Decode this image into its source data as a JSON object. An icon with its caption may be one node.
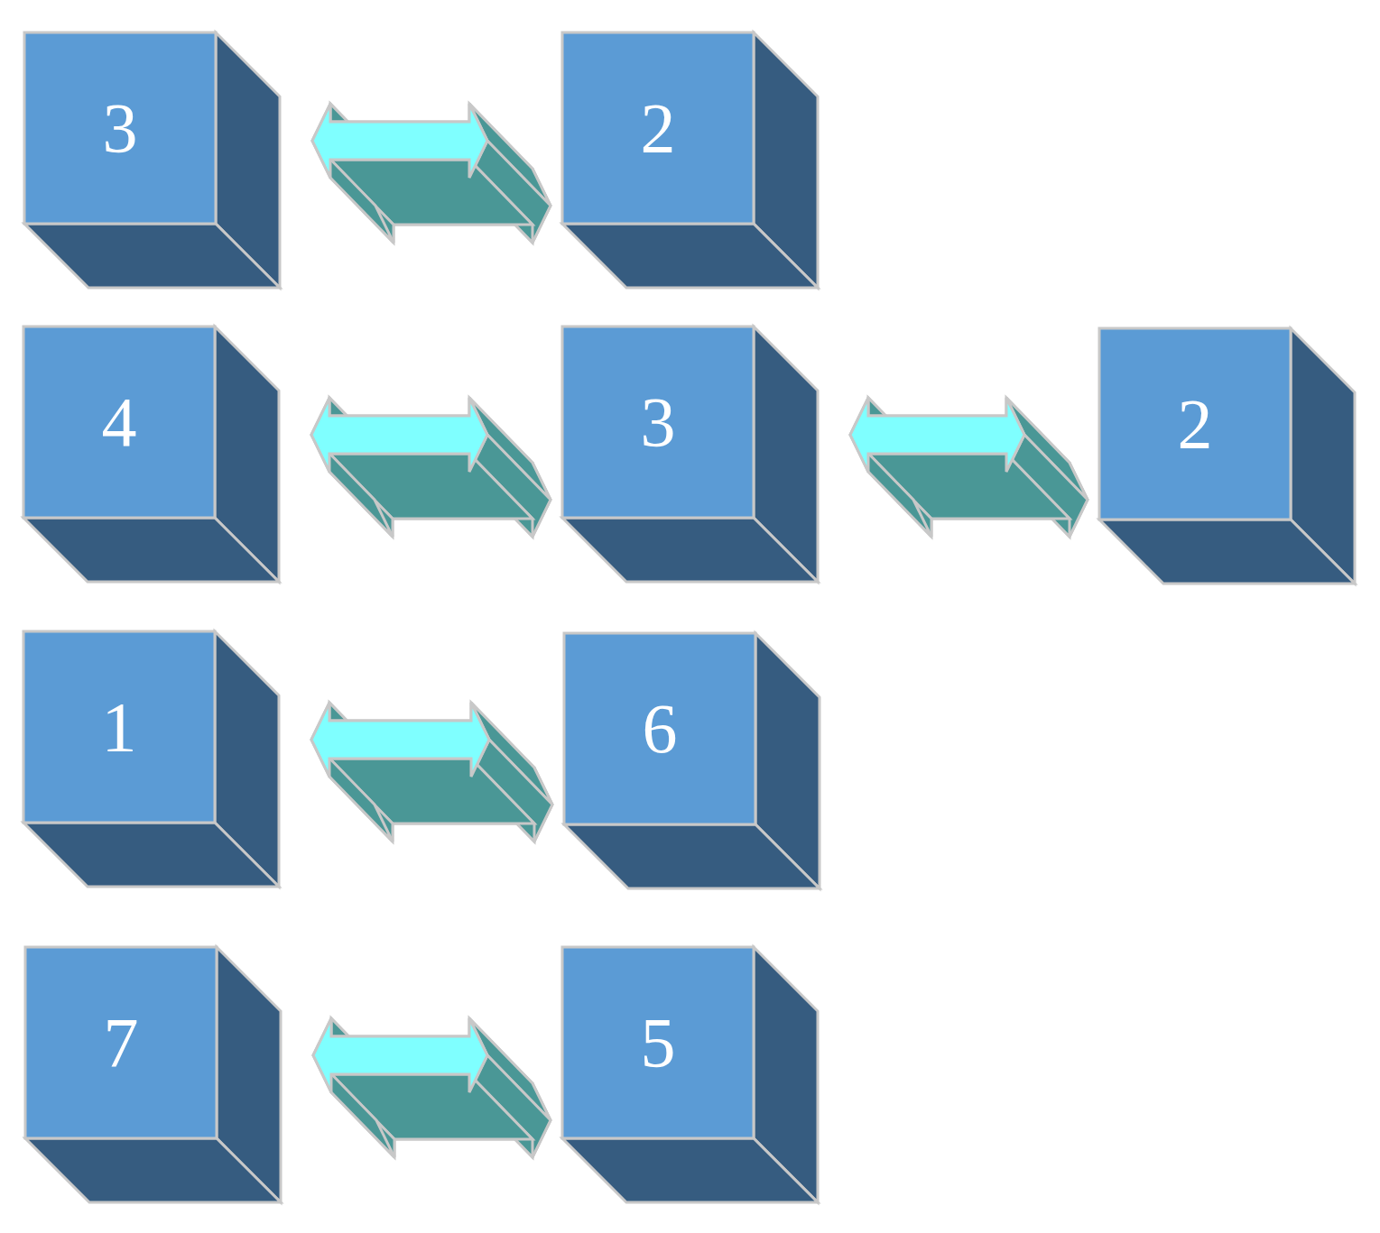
{
  "diagram": {
    "nodes": [
      {
        "text": [
          "3"
        ]
      },
      {
        "text": [
          "2"
        ]
      },
      {
        "text": [
          "4"
        ]
      },
      {
        "text": [
          "3"
        ]
      },
      {
        "text": [
          "2"
        ]
      },
      {
        "text": [
          "1"
        ]
      },
      {
        "text": [
          "6"
        ]
      },
      {
        "text": [
          "7"
        ]
      },
      {
        "text": [
          "5"
        ]
      }
    ],
    "edges": [
      {
        "from": 0,
        "to": 1,
        "arrow": "both"
      },
      {
        "from": 2,
        "to": 3,
        "arrow": "both"
      },
      {
        "from": 3,
        "to": 4,
        "arrow": "both"
      },
      {
        "from": 5,
        "to": 6,
        "arrow": "both"
      },
      {
        "from": 7,
        "to": 8,
        "arrow": "both"
      }
    ]
  }
}
